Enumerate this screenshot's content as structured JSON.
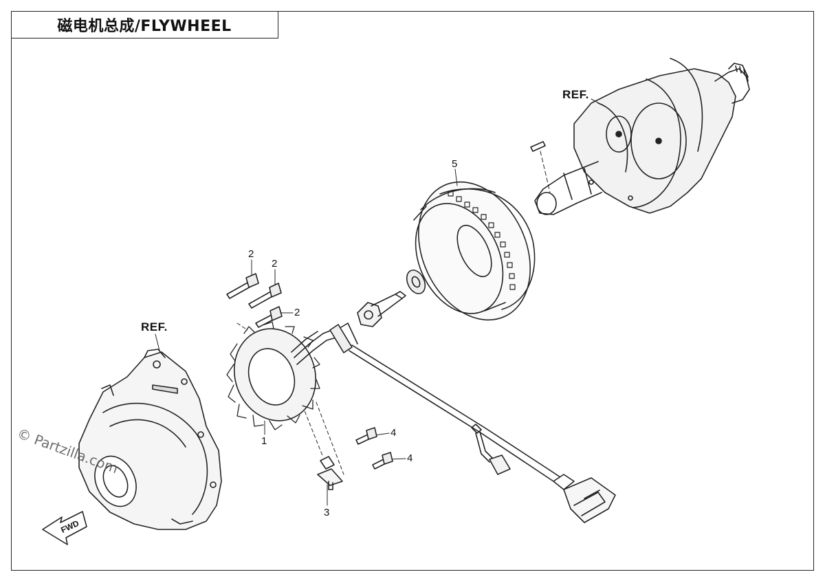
{
  "title": "磁电机总成/FLYWHEEL",
  "watermark": "© Partzilla.com",
  "fwd_label": "FWD",
  "ref_labels": [
    "REF.",
    "REF."
  ],
  "callouts": [
    "1",
    "2",
    "2",
    "2",
    "3",
    "4",
    "4",
    "5"
  ],
  "colors": {
    "line": "#222222",
    "background": "#ffffff",
    "shade": "#e8e8e8"
  }
}
